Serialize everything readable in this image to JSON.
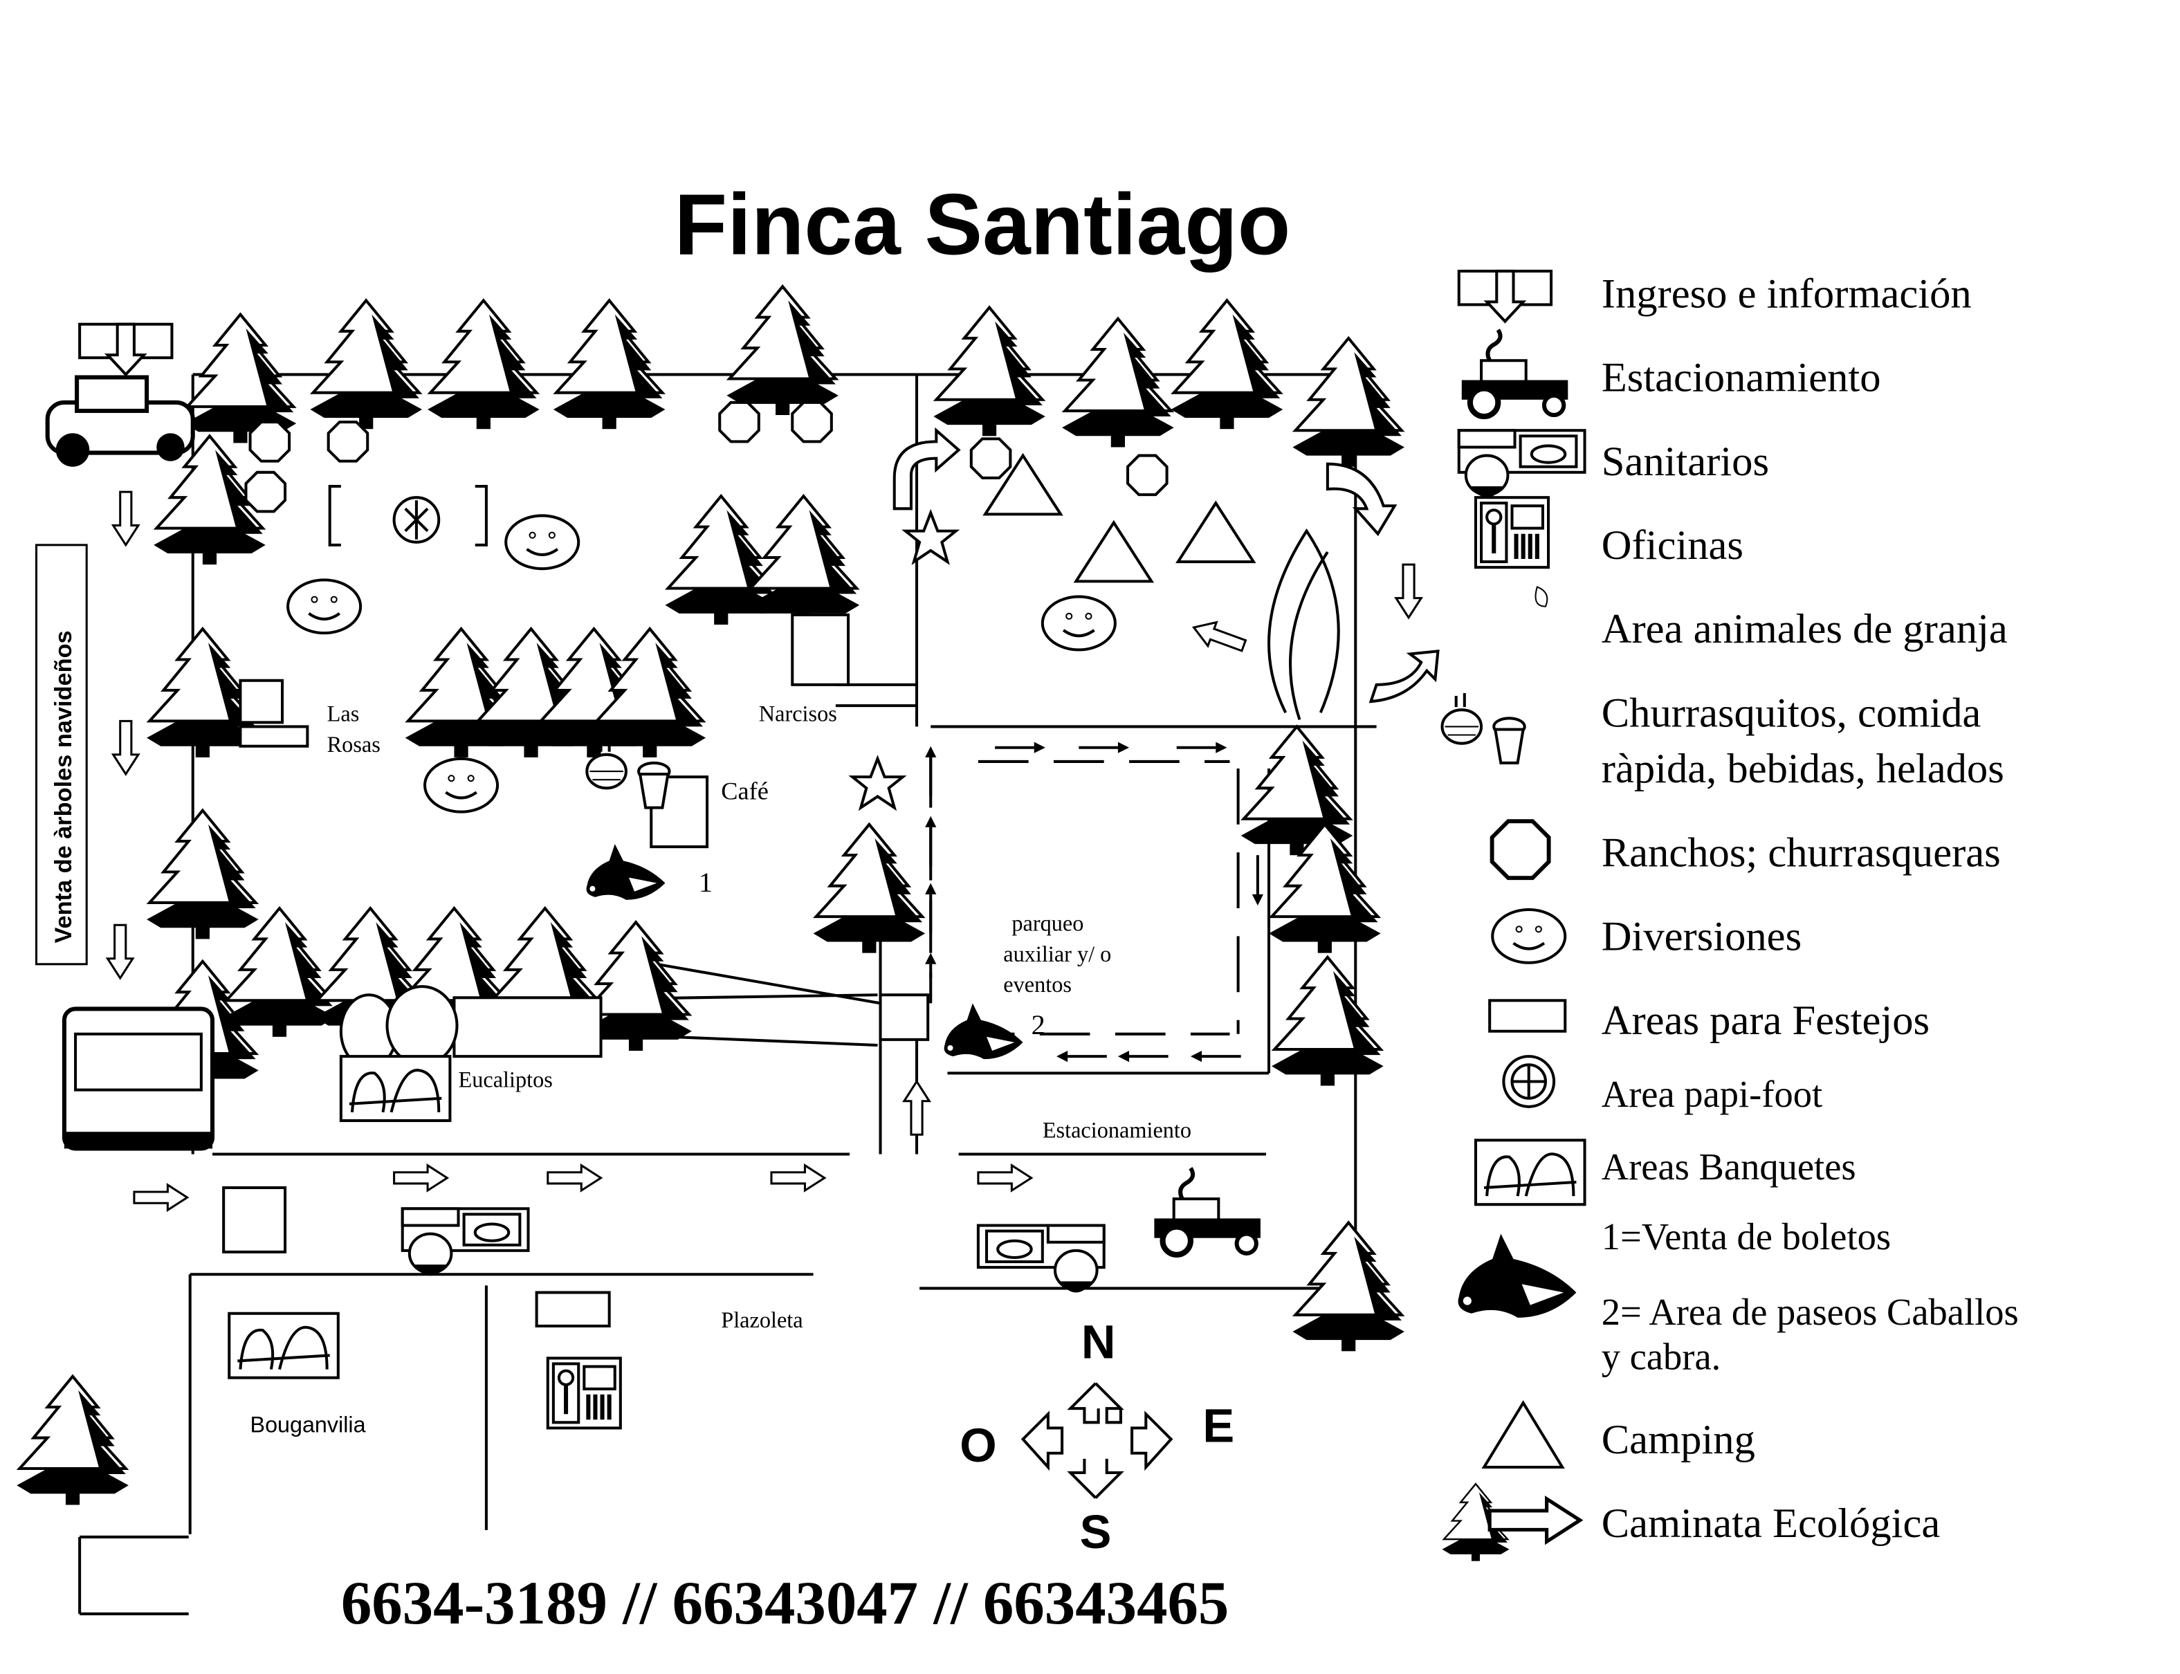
{
  "title": "Finca Santiago",
  "side_banner": "Venta de àrboles navideños",
  "map_labels": {
    "las_rosas_1": "Las",
    "las_rosas_2": "Rosas",
    "narcisos": "Narcisos",
    "cafe": "Café",
    "horse_1": "1",
    "horse_2": "2",
    "parqueo_1": "parqueo",
    "parqueo_2": "auxiliar  y/ o",
    "parqueo_3": "eventos",
    "eucaliptos": "Eucaliptos",
    "estacionamiento": "Estacionamiento",
    "plazoleta": "Plazoleta",
    "bouganvilia": "Bouganvilia"
  },
  "compass": {
    "n": "N",
    "s": "S",
    "e": "E",
    "o": "O"
  },
  "phones": "6634-3189 // 66343047 // 66343465",
  "legend": [
    {
      "icon": "entrance-icon",
      "label": "Ingreso e información"
    },
    {
      "icon": "tractor-icon",
      "label": "Estacionamiento"
    },
    {
      "icon": "toilet-icon",
      "label": "Sanitarios"
    },
    {
      "icon": "office-icon",
      "label": "Oficinas"
    },
    {
      "icon": "farm-animal-icon",
      "label": "Area animales de granja"
    },
    {
      "icon": "food-icon",
      "label_1": "Churrasquitos, comida",
      "label_2": "ràpida, bebidas, helados"
    },
    {
      "icon": "octagon-icon",
      "label": "Ranchos; churrasqueras"
    },
    {
      "icon": "smiley-icon",
      "label": "Diversiones"
    },
    {
      "icon": "rectangle-icon",
      "label": "Areas para Festejos"
    },
    {
      "icon": "ball-icon",
      "label": "Area papi-foot"
    },
    {
      "icon": "banquet-icon",
      "label": "Areas Banquetes"
    },
    {
      "icon": "horse-icon",
      "label_1": "1=Venta de boletos",
      "label_2": "2= Area de paseos Caballos",
      "label_3": "y cabra."
    },
    {
      "icon": "triangle-icon",
      "label": "Camping"
    },
    {
      "icon": "trail-icon",
      "label": "Caminata Ecológica"
    }
  ]
}
